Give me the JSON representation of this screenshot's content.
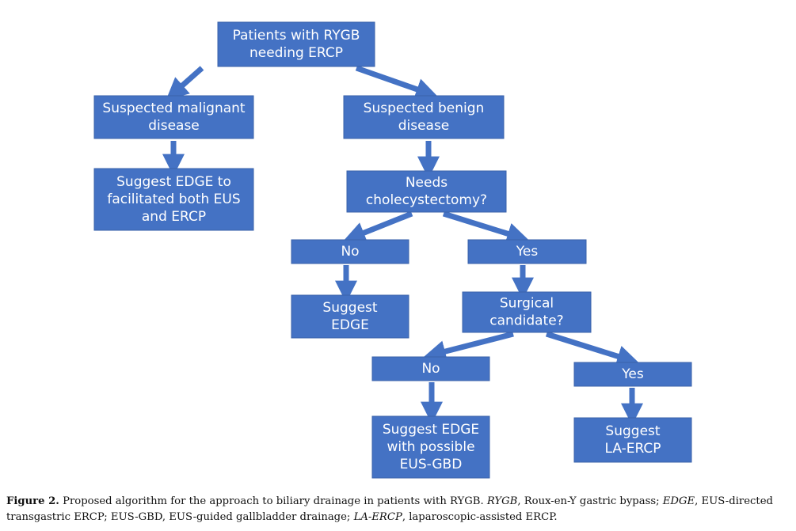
{
  "diagram": {
    "colors": {
      "box": "#4472c4",
      "box_border": "#3a62aa",
      "arrow": "#4472c4",
      "text": "#ffffff"
    },
    "nodes": {
      "root": {
        "lines": [
          "Patients with RYGB",
          "needing ERCP"
        ]
      },
      "malignant": {
        "lines": [
          "Suspected malignant",
          "disease"
        ]
      },
      "benign": {
        "lines": [
          "Suspected benign",
          "disease"
        ]
      },
      "edge_both": {
        "lines": [
          "Suggest EDGE to",
          "facilitated both EUS",
          "and ERCP"
        ]
      },
      "chole_q": {
        "lines": [
          "Needs",
          "cholecystectomy?"
        ]
      },
      "chole_no": {
        "lines": [
          "No"
        ]
      },
      "chole_yes": {
        "lines": [
          "Yes"
        ]
      },
      "suggest_edge": {
        "lines": [
          "Suggest",
          "EDGE"
        ]
      },
      "surgical_q": {
        "lines": [
          "Surgical",
          "candidate?"
        ]
      },
      "surg_no": {
        "lines": [
          "No"
        ]
      },
      "surg_yes": {
        "lines": [
          "Yes"
        ]
      },
      "edge_gbd": {
        "lines": [
          "Suggest EDGE",
          "with possible",
          "EUS-GBD"
        ]
      },
      "la_ercp": {
        "lines": [
          "Suggest",
          "LA-ERCP"
        ]
      }
    }
  },
  "caption": {
    "label": "Figure 2.",
    "t1": " Proposed algorithm for the approach to biliary drainage in patients with RYGB. ",
    "a1": "RYGB",
    "t2": ", Roux-en-Y gastric bypass; ",
    "a2": "EDGE",
    "t3": ", EUS-directed transgastric ERCP; EUS-GBD, EUS-guided gallbladder drainage; ",
    "a3": "LA-ERCP",
    "t4": ", laparoscopic-assisted ERCP."
  }
}
